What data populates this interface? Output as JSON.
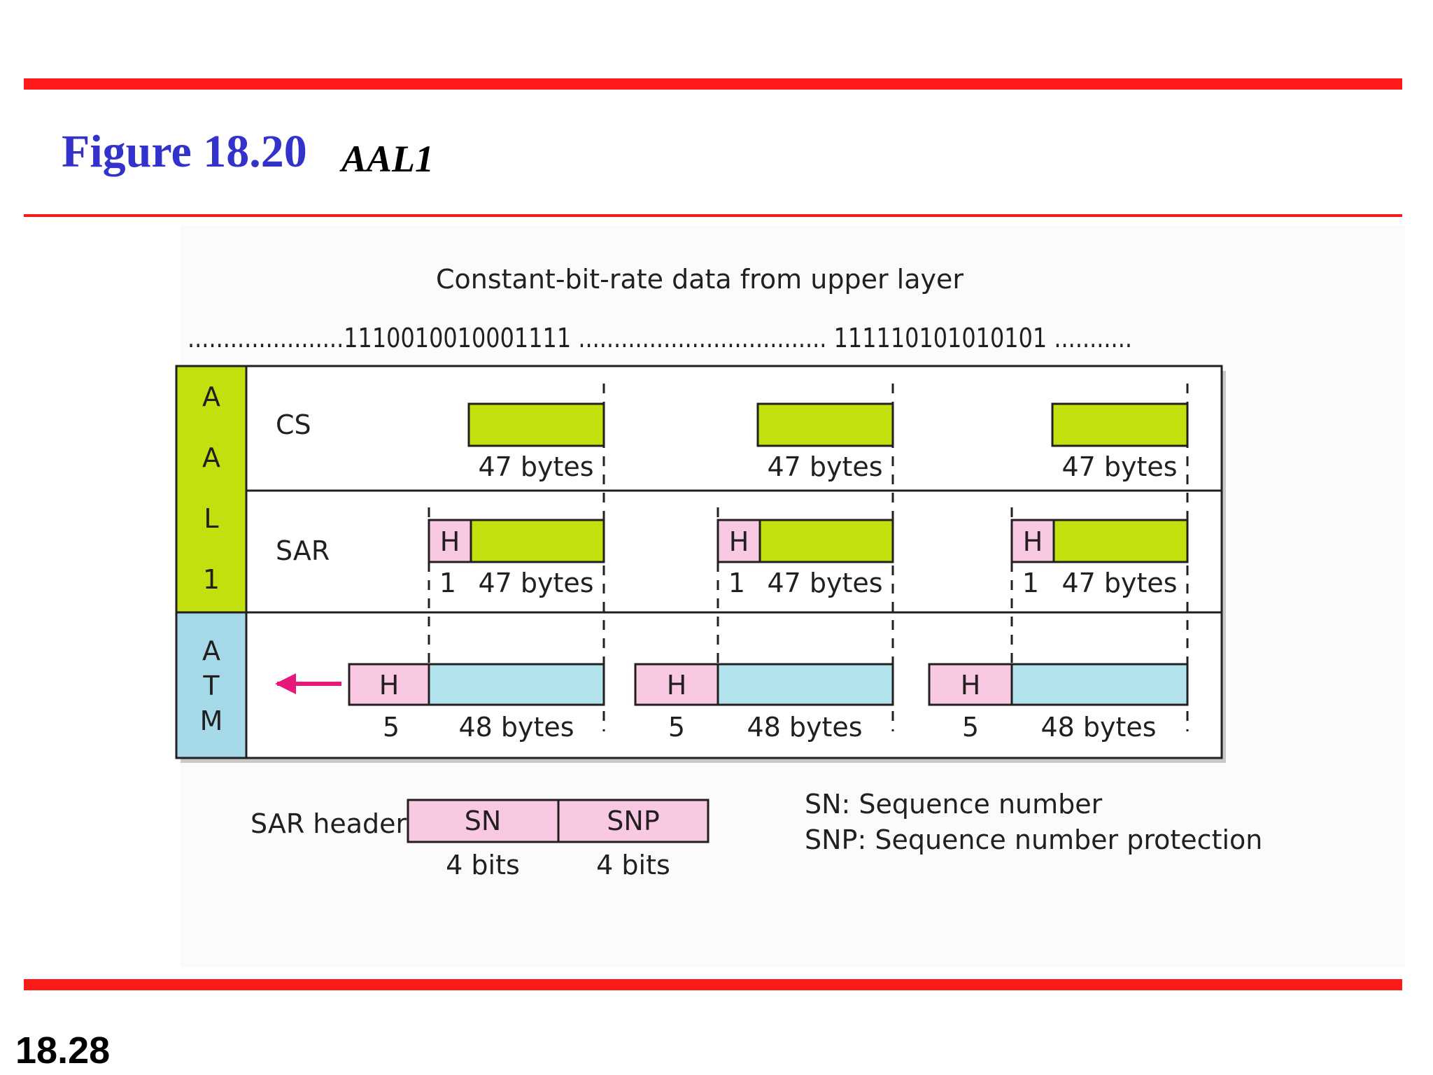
{
  "figure": {
    "number": "Figure 18.20",
    "title": "AAL1"
  },
  "diagram": {
    "source_label": "Constant-bit-rate data from upper layer",
    "bitstream": {
      "dots_1": "......................",
      "bits_1": "1110010010001111",
      "dots_2": "...................................",
      "bits_2": "111110101010101",
      "dots_3": "..........."
    },
    "aal1_side_letters": [
      "A",
      "A",
      "L",
      "1"
    ],
    "atm_side_letters": [
      "A",
      "T",
      "M"
    ],
    "rows": {
      "cs": "CS",
      "sar": "SAR"
    },
    "cs_payload_label": "47 bytes",
    "sar_header": "H",
    "sar_header_size": "1",
    "sar_payload_label": "47 bytes",
    "atm_header": "H",
    "atm_header_size": "5",
    "atm_payload_label": "48 bytes",
    "sar_header_detail": {
      "label": "SAR header",
      "fields": [
        {
          "name": "SN",
          "size": "4 bits"
        },
        {
          "name": "SNP",
          "size": "4 bits"
        }
      ]
    },
    "legend": [
      "SN: Sequence number",
      "SNP: Sequence number protection"
    ]
  },
  "colors": {
    "rule": "#ff1a1a",
    "title": "#3333cc",
    "aal1": "#c2e00e",
    "atm": "#a6d9e8",
    "header": "#f9c8e2",
    "arrow": "#e8187a"
  },
  "slide_number": "18.28"
}
